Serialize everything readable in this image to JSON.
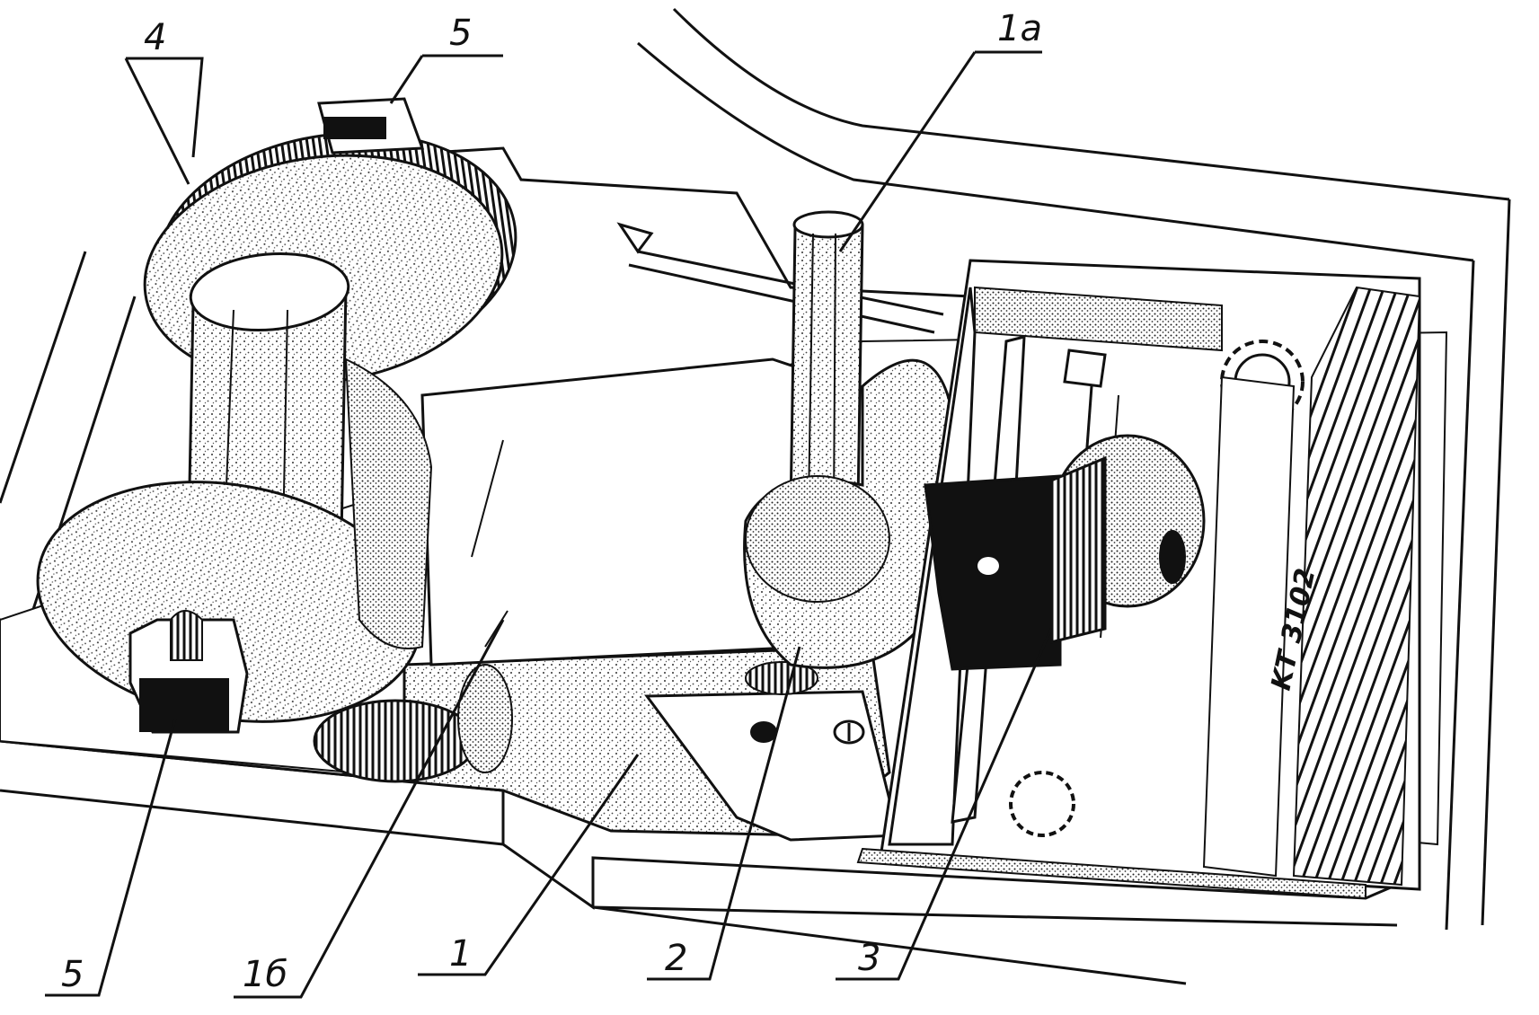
{
  "diagram": {
    "device_marking": "KT 3102",
    "callouts": [
      {
        "id": "lbl-4",
        "label": "4"
      },
      {
        "id": "lbl-5-top",
        "label": "5"
      },
      {
        "id": "lbl-1a",
        "label": "1a"
      },
      {
        "id": "lbl-5-bottom",
        "label": "5"
      },
      {
        "id": "lbl-1b",
        "label": "1б"
      },
      {
        "id": "lbl-1",
        "label": "1"
      },
      {
        "id": "lbl-2",
        "label": "2"
      },
      {
        "id": "lbl-3",
        "label": "3"
      }
    ]
  },
  "colors": {
    "ink": "#111111",
    "paper": "#ffffff",
    "stipple": "#555555"
  }
}
